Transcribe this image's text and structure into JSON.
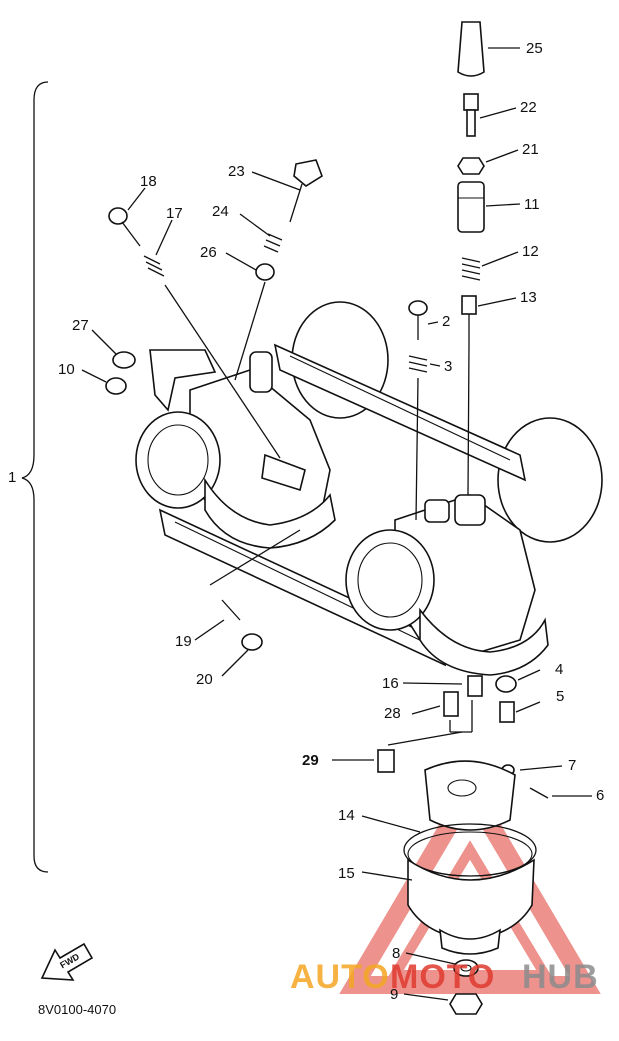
{
  "callouts": [
    {
      "id": "25",
      "text": "25"
    },
    {
      "id": "22",
      "text": "22"
    },
    {
      "id": "21",
      "text": "21"
    },
    {
      "id": "11",
      "text": "11"
    },
    {
      "id": "12",
      "text": "12"
    },
    {
      "id": "13",
      "text": "13"
    },
    {
      "id": "2",
      "text": "2"
    },
    {
      "id": "3",
      "text": "3"
    },
    {
      "id": "18",
      "text": "18"
    },
    {
      "id": "17",
      "text": "17"
    },
    {
      "id": "23",
      "text": "23"
    },
    {
      "id": "24",
      "text": "24"
    },
    {
      "id": "26",
      "text": "26"
    },
    {
      "id": "27",
      "text": "27"
    },
    {
      "id": "10",
      "text": "10"
    },
    {
      "id": "1",
      "text": "1"
    },
    {
      "id": "19",
      "text": "19"
    },
    {
      "id": "20",
      "text": "20"
    },
    {
      "id": "16",
      "text": "16"
    },
    {
      "id": "4",
      "text": "4"
    },
    {
      "id": "5",
      "text": "5"
    },
    {
      "id": "28",
      "text": "28"
    },
    {
      "id": "29",
      "text": "29"
    },
    {
      "id": "7",
      "text": "7"
    },
    {
      "id": "6",
      "text": "6"
    },
    {
      "id": "14",
      "text": "14"
    },
    {
      "id": "15",
      "text": "15"
    },
    {
      "id": "8",
      "text": "8"
    },
    {
      "id": "9",
      "text": "9"
    }
  ],
  "fwd_label": "FWD",
  "diagram_code": "8V0100-4070",
  "watermark": {
    "part1": "AUTO",
    "part2": "MOTO",
    "part3": "HUB",
    "color_primary": "#f5a623",
    "color_secondary": "#e03a2f",
    "color_tertiary": "#8c8c8c"
  }
}
